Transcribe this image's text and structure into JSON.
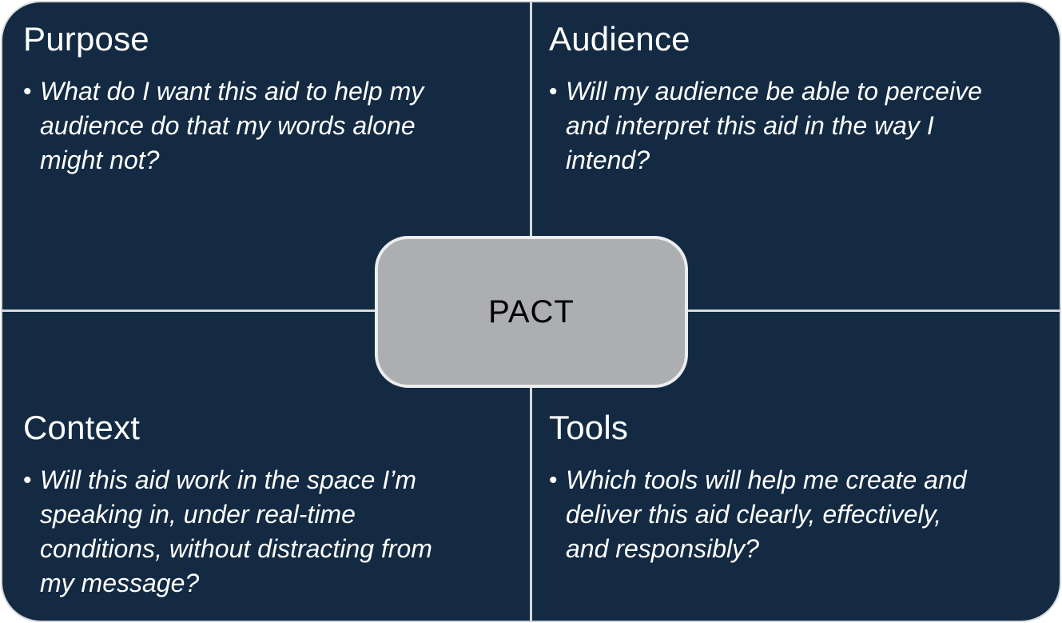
{
  "diagram": {
    "center_label": "PACT",
    "bullet_glyph": "•",
    "colors": {
      "panel_background": "#132A42",
      "panel_border": "#D5D8DB",
      "divider": "#D5D8DB",
      "center_fill": "#ACAEB1",
      "center_border": "#EBECED",
      "center_text": "#000000",
      "quadrant_text": "#FFFFFF"
    },
    "quadrants": [
      {
        "title": "Purpose",
        "text": "What do I want this aid to help my audience do that my words alone might not?",
        "lines": [
          "What do I want this aid to help my",
          "audience do that my words alone",
          "might not?"
        ]
      },
      {
        "title": "Audience",
        "text": "Will my audience be able to perceive and interpret this aid in the way I intend?",
        "lines": [
          "Will my audience be able to perceive",
          "and interpret this aid in the way I",
          "intend?"
        ]
      },
      {
        "title": "Context",
        "text": "Will this aid work in the space I’m speaking in, under real-time conditions, without distracting from my message?",
        "lines": [
          "Will this aid work in the space I’m",
          "speaking in, under real-time",
          "conditions, without distracting from",
          "my message?"
        ]
      },
      {
        "title": "Tools",
        "text": "Which tools will help me create and deliver this aid clearly, effectively, and responsibly?",
        "lines": [
          "Which tools will help me create and",
          "deliver this aid clearly, effectively,",
          "and responsibly?"
        ]
      }
    ]
  }
}
